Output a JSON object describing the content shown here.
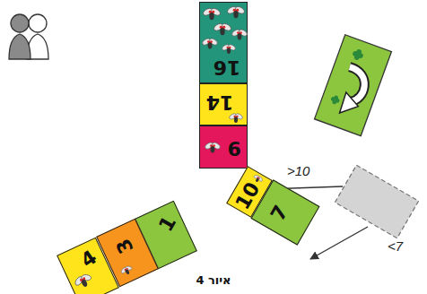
{
  "diagram": {
    "caption": "איור 4",
    "nodes": [
      {
        "text": [
          "16"
        ]
      },
      {
        "text": [
          "14"
        ]
      },
      {
        "text": [
          "9"
        ]
      },
      {
        "text": [
          "10"
        ]
      },
      {
        "text": [
          "7"
        ]
      },
      {
        "text": [
          "1"
        ]
      },
      {
        "text": [
          "3"
        ]
      },
      {
        "text": [
          "4"
        ]
      }
    ],
    "labels": [
      ">10",
      "<7"
    ]
  }
}
